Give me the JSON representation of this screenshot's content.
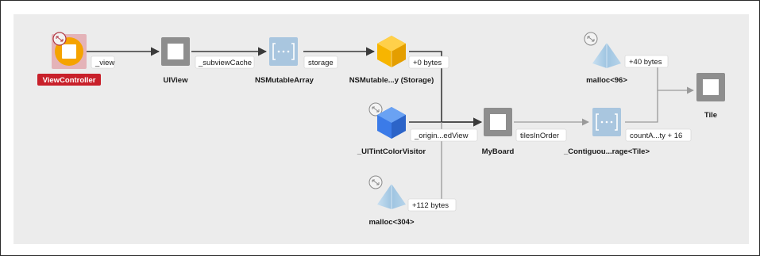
{
  "graph": {
    "nodes": {
      "view_controller": "ViewController",
      "uiview": "UIView",
      "nsmutablearray": "NSMutableArray",
      "nsmutable_storage": "NSMutable...y (Storage)",
      "uitint_visitor": "_UITintColorVisitor",
      "myboard": "MyBoard",
      "contiguous_storage": "_Contiguou...rage<Tile>",
      "malloc_96": "malloc<96>",
      "malloc_304": "malloc<304>",
      "tile": "Tile"
    },
    "edges": {
      "view": "_view",
      "subview_cache": "_subviewCache",
      "storage": "storage",
      "plus_0_bytes": "+0 bytes",
      "original_view": "_origin...edView",
      "tiles_in_order": "tilesInOrder",
      "plus_40_bytes": "+40 bytes",
      "count_ty": "countA...ty + 16",
      "plus_112_bytes": "+112 bytes"
    }
  },
  "icons": {
    "root_object": "object-icon",
    "class_instance": "instance-icon",
    "collection": "collection-icon",
    "storage_block": "storage-cube-icon",
    "swift_object": "swift-cube-icon",
    "malloc_block": "malloc-pyramid-icon",
    "cycle_badge": "cycle-badge-icon"
  },
  "colors": {
    "selected_label_bg": "#c8202a",
    "root_icon_orange": "#f5a300",
    "storage_cube_yellow": "#f7b500",
    "swift_cube_blue": "#3b7be8",
    "collection_blue": "#a9c6df",
    "instance_gray": "#8e8e8e",
    "malloc_lightblue": "#a9cbe4"
  }
}
